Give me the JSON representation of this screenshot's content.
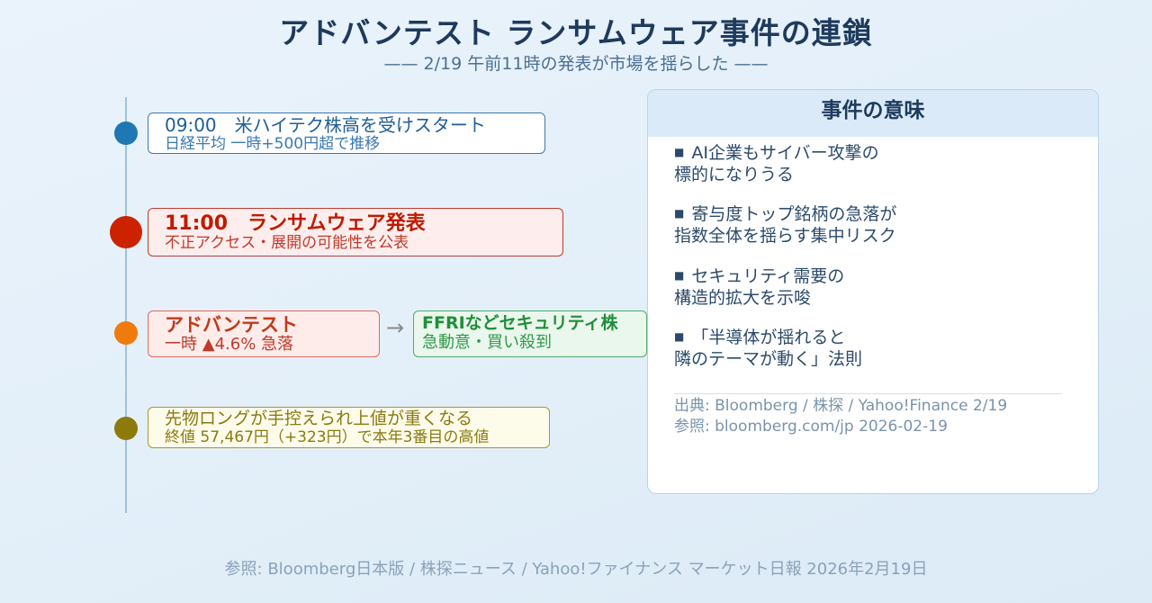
{
  "header": {
    "title": "アドバンテスト ランサムウェア事件の連鎖",
    "subtitle": "—— 2/19 午前11時の発表が市場を揺らした ——"
  },
  "timeline": [
    {
      "main": "09:00　米ハイテク株高を受けスタート",
      "sub": "日経平均 一時+500円超で推移",
      "color": "#1f77b4"
    },
    {
      "main": "11:00　ランサムウェア発表",
      "sub": "不正アクセス・展開の可能性を公表",
      "color": "#cc2200"
    },
    {
      "main": "アドバンテスト",
      "sub": "一時 ▲4.6% 急落",
      "color": "#f07a0c"
    },
    {
      "main": "先物ロングが手控えられ上値が重くなる",
      "sub": "終値 57,467円（+323円）で本年3番目の高値",
      "color": "#8c7a0a"
    }
  ],
  "branch": {
    "arrow": "→",
    "main": "FFRIなどセキュリティ株",
    "sub": "急動意・買い殺到"
  },
  "panel": {
    "title": "事件の意味",
    "bullet_glyph": "■",
    "points": [
      {
        "line1": "AI企業もサイバー攻撃の",
        "line2": "標的になりうる"
      },
      {
        "line1": "寄与度トップ銘柄の急落が",
        "line2": "指数全体を揺らす集中リスク"
      },
      {
        "line1": "セキュリティ需要の",
        "line2": "構造的拡大を示唆"
      },
      {
        "line1": "「半導体が揺れると",
        "line2": "隣のテーマが動く」法則"
      }
    ],
    "source_line1": "出典: Bloomberg / 株探 / Yahoo!Finance 2/19",
    "source_line2": "参照: bloomberg.com/jp 2026-02-19"
  },
  "footer": "参照: Bloomberg日本版 / 株探ニュース / Yahoo!ファイナンス マーケット日報 2026年2月19日"
}
